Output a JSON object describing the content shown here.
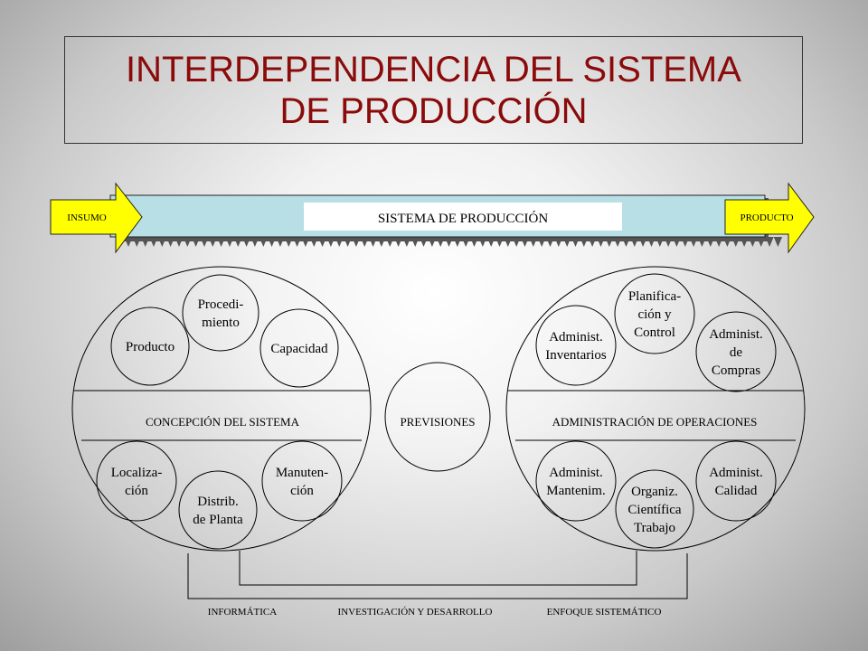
{
  "title": "INTERDEPENDENCIA DEL SISTEMA\nDE PRODUCCIÓN",
  "colors": {
    "title": "#8b0a0a",
    "band": "#b8dfe6",
    "arrow": "#ffff00",
    "shadow": "#555555"
  },
  "band": {
    "input_label": "INSUMO",
    "system_label": "SISTEMA DE PRODUCCIÓN",
    "output_label": "PRODUCTO"
  },
  "left_group": {
    "band_label": "CONCEPCIÓN  DEL  SISTEMA",
    "top_nodes": [
      {
        "lines": [
          "Producto"
        ]
      },
      {
        "lines": [
          "Procedi-",
          "miento"
        ]
      },
      {
        "lines": [
          "Capacidad"
        ]
      }
    ],
    "bottom_nodes": [
      {
        "lines": [
          "Localiza-",
          "ción"
        ]
      },
      {
        "lines": [
          "Distrib.",
          "de Planta"
        ]
      },
      {
        "lines": [
          "Manuten-",
          "ción"
        ]
      }
    ]
  },
  "center": {
    "label": "PREVISIONES"
  },
  "right_group": {
    "band_label": "ADMINISTRACIÓN  DE  OPERACIONES",
    "top_nodes": [
      {
        "lines": [
          "Administ.",
          "Inventarios"
        ]
      },
      {
        "lines": [
          "Planifica-",
          "ción y",
          "Control"
        ]
      },
      {
        "lines": [
          "Administ.",
          "de",
          "Compras"
        ]
      }
    ],
    "bottom_nodes": [
      {
        "lines": [
          "Administ.",
          "Mantenim."
        ]
      },
      {
        "lines": [
          "Organiz.",
          "Científica",
          "Trabajo"
        ]
      },
      {
        "lines": [
          "Administ.",
          "Calidad"
        ]
      }
    ]
  },
  "footer": {
    "labels": [
      "INFORMÁTICA",
      "INVESTIGACIÓN  Y  DESARROLLO",
      "ENFOQUE   SISTEMÁTICO"
    ]
  }
}
